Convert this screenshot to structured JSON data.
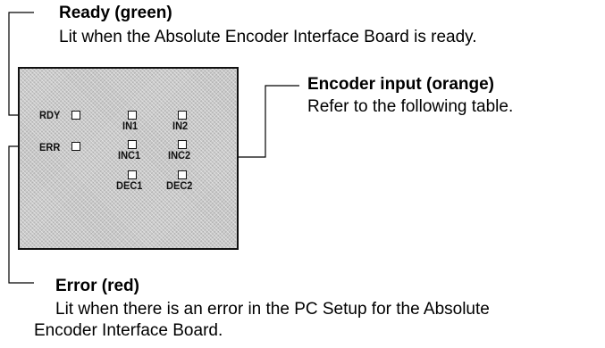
{
  "callouts": {
    "ready": {
      "title": "Ready (green)",
      "description": "Lit when the Absolute Encoder Interface Board is ready."
    },
    "encoder_input": {
      "title": "Encoder input (orange)",
      "description": "Refer to the following table."
    },
    "error": {
      "title": "Error (red)",
      "description_line1": "Lit when there is an error in the PC Setup for the Absolute",
      "description_line2": "Encoder Interface Board."
    }
  },
  "panel": {
    "status_leds": {
      "rdy": "RDY",
      "err": "ERR"
    },
    "encoder_leds": {
      "in1": "IN1",
      "in2": "IN2",
      "inc1": "INC1",
      "inc2": "INC2",
      "dec1": "DEC1",
      "dec2": "DEC2"
    }
  }
}
